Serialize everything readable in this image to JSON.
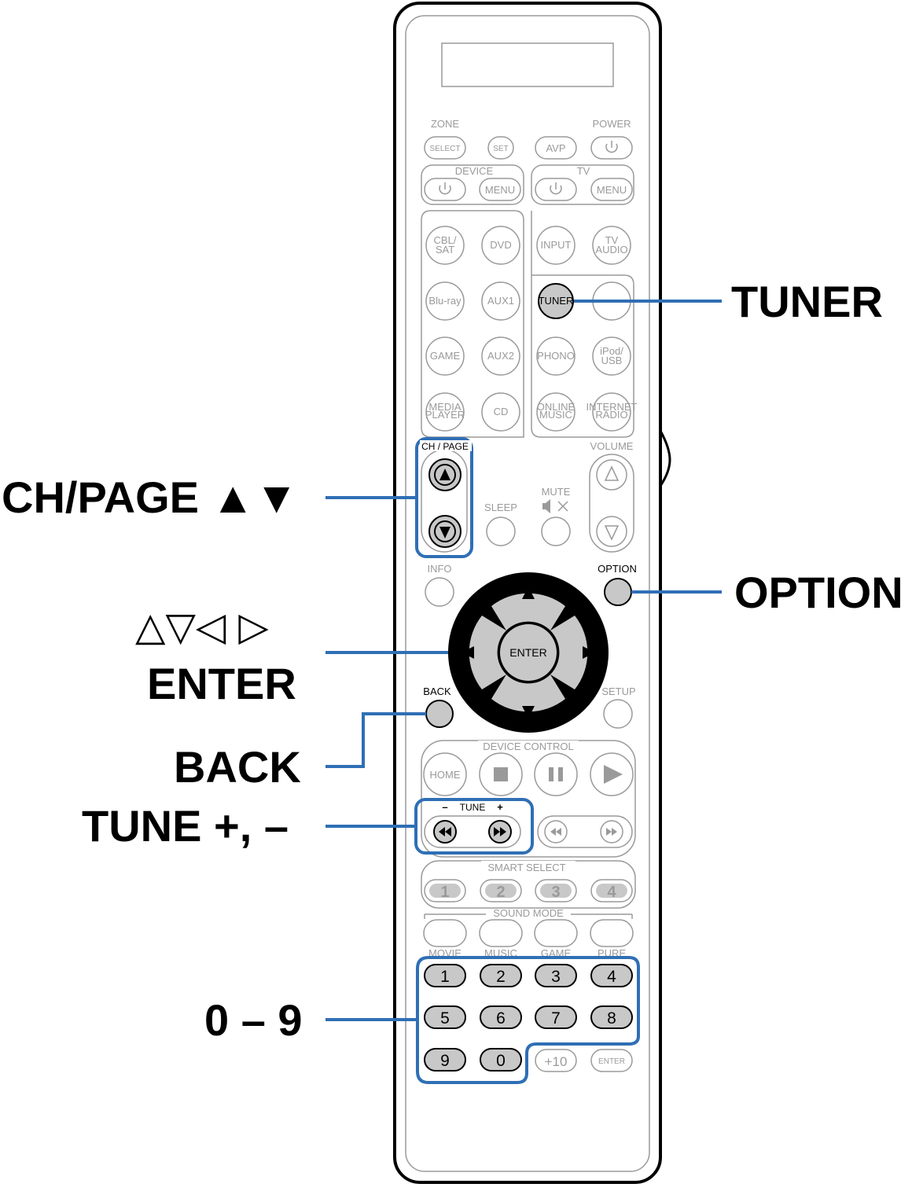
{
  "callouts": {
    "tuner": "TUNER",
    "chpage": "CH/PAGE ▲▼",
    "option": "OPTION",
    "arrows": "△▽◁ ▷",
    "enter": "ENTER",
    "back": "BACK",
    "tune": "TUNE +, –",
    "digits": "0 – 9"
  },
  "remote": {
    "zone": "ZONE",
    "power": "POWER",
    "select": "SELECT",
    "set": "SET",
    "avp": "AVP",
    "device": "DEVICE",
    "tv": "TV",
    "menu": "MENU",
    "cbl1": "CBL/",
    "cbl2": "SAT",
    "dvd": "DVD",
    "input": "INPUT",
    "tvaudio1": "TV",
    "tvaudio2": "AUDIO",
    "bluray": "Blu-ray",
    "aux1": "AUX1",
    "tuner": "TUNER",
    "game": "GAME",
    "aux2": "AUX2",
    "phono": "PHONO",
    "ipod1": "iPod/",
    "ipod2": "USB",
    "media1": "MEDIA",
    "media2": "PLAYER",
    "cd": "CD",
    "online1": "ONLINE",
    "online2": "MUSIC",
    "internet1": "INTERNET",
    "internet2": "RADIO",
    "chpage": "CH / PAGE",
    "volume": "VOLUME",
    "sleep": "SLEEP",
    "mute": "MUTE",
    "info": "INFO",
    "option": "OPTION",
    "enter": "ENTER",
    "back": "BACK",
    "setup": "SETUP",
    "device_control": "DEVICE CONTROL",
    "home": "HOME",
    "tune": "TUNE",
    "tune_minus": "–",
    "tune_plus": "+",
    "smart_select": "SMART SELECT",
    "smart": [
      "1",
      "2",
      "3",
      "4"
    ],
    "sound_mode": "SOUND MODE",
    "modes": [
      "MOVIE",
      "MUSIC",
      "GAME",
      "PURE"
    ],
    "digits": [
      "1",
      "2",
      "3",
      "4",
      "5",
      "6",
      "7",
      "8",
      "9",
      "0"
    ],
    "plus10": "+10",
    "enter_small": "ENTER"
  },
  "colors": {
    "highlight": "#2f6fb5",
    "button_fill": "#c8c8c8",
    "faded": "#9a9a9a"
  }
}
